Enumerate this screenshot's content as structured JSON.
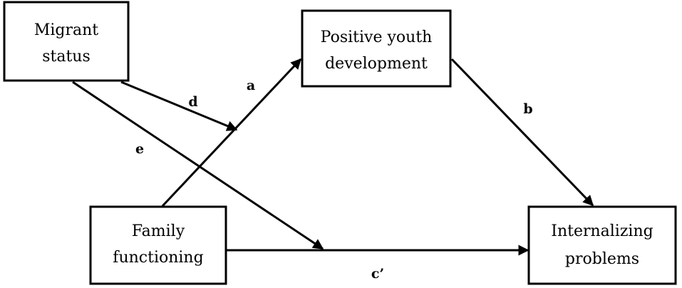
{
  "nodes": {
    "migrant": {
      "line1": "Migrant",
      "line2": "status"
    },
    "pyd": {
      "line1": "Positive youth",
      "line2": "development"
    },
    "family": {
      "line1": "Family",
      "line2": "functioning"
    },
    "internal": {
      "line1": "Internalizing",
      "line2": "problems"
    }
  },
  "paths": {
    "a": "a",
    "b": "b",
    "c_prime": "c’",
    "d": "d",
    "e": "e"
  },
  "colors": {
    "stroke": "#000000",
    "background": "#ffffff"
  }
}
